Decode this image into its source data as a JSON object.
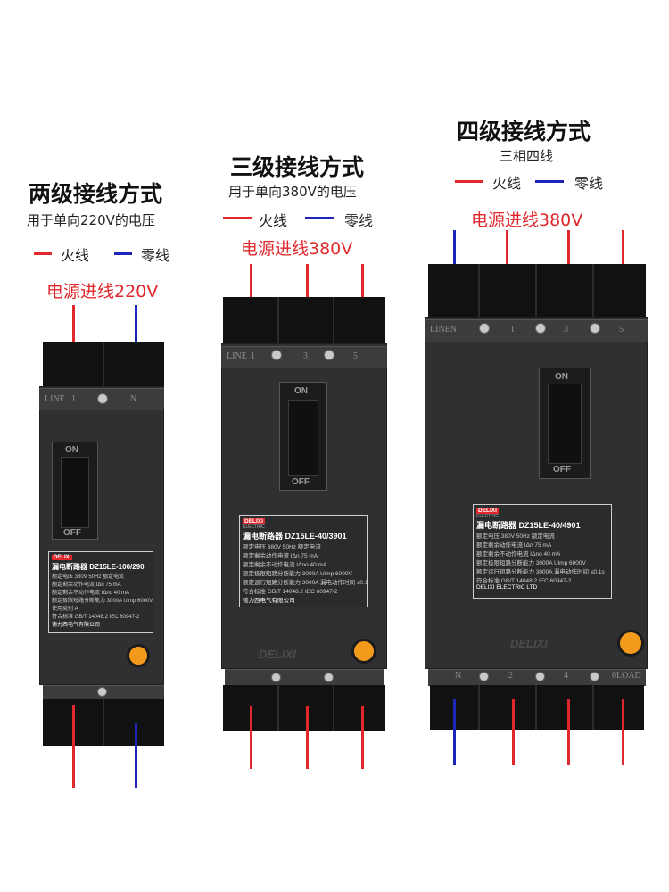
{
  "colors": {
    "live": "#e0282c",
    "neutral": "#1f25b8"
  },
  "two_pole": {
    "title": "两级接线方式",
    "subtitle": "用于单向220V的电压",
    "legend_live": "火线",
    "legend_neutral": "零线",
    "input": "电源进线220V",
    "terminal_top": [
      "LINE",
      "1",
      "N"
    ],
    "model": "DZ15LE-100/290",
    "product": "漏电断路器"
  },
  "three_pole": {
    "title": "三级接线方式",
    "subtitle": "用于单向380V的电压",
    "legend_live": "火线",
    "legend_neutral": "零线",
    "input": "电源进线380V",
    "terminal_top": [
      "LINE",
      "1",
      "3",
      "5"
    ],
    "model": "DZ15LE-40/3901",
    "product": "漏电断路器"
  },
  "four_pole": {
    "title": "四级接线方式",
    "subtitle": "三相四线",
    "legend_live": "火线",
    "legend_neutral": "零线",
    "input": "电源进线380V",
    "terminal_top": [
      "LINEN",
      "1",
      "3",
      "5"
    ],
    "terminal_bottom": [
      "N",
      "2",
      "4",
      "6LOAD"
    ],
    "model": "DZ15LE-40/4901",
    "product": "漏电断路器"
  },
  "plate": {
    "logo": "DELIXI",
    "logo_sub": "ELECTRIC",
    "rows": [
      "额定电压 380V 50Hz 额定电流",
      "额定剩余动作电流 IΔn 75 mA",
      "额定剩余不动作电流 IΔno 40 mA",
      "额定极限短路分断能力 3000A Uimp 6000V",
      "额定运行短路分断能力 3000A 漏电动作时间 ≤0.1s",
      "使用类别 A",
      "符合标准 GB/T 14048.2 IEC 60947-2"
    ],
    "current": "40",
    "maker": "德力西电气有限公司",
    "maker_en": "DELIXI ELECTRIC LTD"
  },
  "switch": {
    "on": "ON",
    "off": "OFF"
  },
  "brand_text": "DELIXI"
}
